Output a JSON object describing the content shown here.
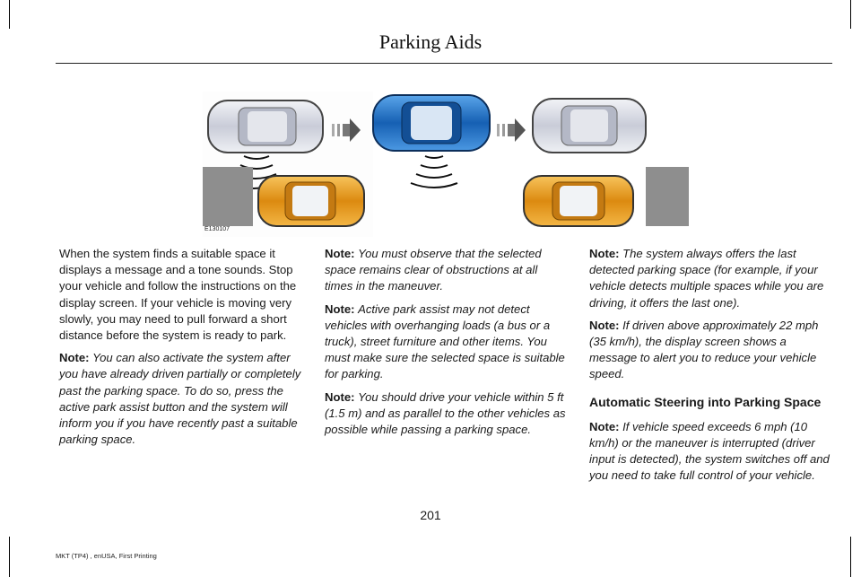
{
  "header": {
    "title": "Parking Aids"
  },
  "figure": {
    "id": "E130107"
  },
  "colors": {
    "car_gray": "#d4d6e0",
    "car_blue": "#1e73c8",
    "car_orange": "#e9a21e",
    "arrow": "#6a6a6a",
    "curb": "#8e8e8e"
  },
  "col1": {
    "p1": "When the system finds a suitable space it displays a message and a tone sounds. Stop your vehicle and follow the instructions on the display screen. If your vehicle is moving very slowly, you may need to pull forward a short distance before the system is ready to park.",
    "n1": {
      "label": "Note:",
      "text": "You can also activate the system after you have already driven partially or completely past the parking space. To do so, press the active park assist button and the system will inform you if you have recently past a suitable parking space."
    }
  },
  "col2": {
    "n1": {
      "label": "Note:",
      "text": "You must observe that the selected space remains clear of obstructions at all times in the maneuver."
    },
    "n2": {
      "label": "Note:",
      "text": "Active park assist may not detect vehicles with overhanging loads (a bus or a truck), street furniture and other items. You must make sure the selected space is suitable for parking."
    },
    "n3": {
      "label": "Note:",
      "text": "You should drive your vehicle within 5 ft (1.5 m) and as parallel to the other vehicles as possible while passing a parking space."
    }
  },
  "col3": {
    "n1": {
      "label": "Note:",
      "text": "The system always offers the last detected parking space (for example, if your vehicle detects multiple spaces while you are driving, it offers the last one)."
    },
    "n2": {
      "label": "Note:",
      "text": "If driven above approximately 22 mph (35 km/h), the display screen shows a message to alert you to reduce your vehicle speed."
    },
    "heading": "Automatic Steering into Parking Space",
    "n3": {
      "label": "Note:",
      "text": "If vehicle speed exceeds 6 mph (10 km/h) or the maneuver is interrupted (driver input is detected), the system switches off and you need to take full control of your vehicle."
    }
  },
  "page_number": "201",
  "footer": "MKT (TP4) , enUSA, First Printing"
}
